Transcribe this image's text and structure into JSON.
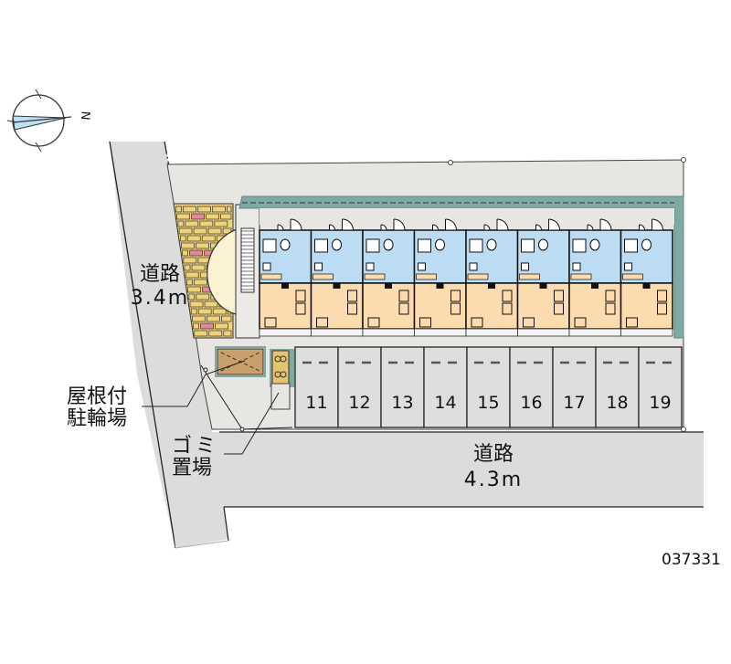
{
  "compass": {
    "icon": "north-arrow-icon",
    "north_label": "N"
  },
  "roads": {
    "west": {
      "name": "道路",
      "width": "3.4m"
    },
    "south": {
      "name": "道路",
      "width": "4.3m"
    }
  },
  "facilities": {
    "bicycle_parking": {
      "line1": "屋根付",
      "line2": "駐輪場"
    },
    "garbage": {
      "line1": "ゴミ",
      "line2": "置場"
    }
  },
  "building": {
    "unit_count": 8
  },
  "parking": {
    "stalls": [
      "11",
      "12",
      "13",
      "14",
      "15",
      "16",
      "17",
      "18",
      "19"
    ]
  },
  "property_id": "037331",
  "colors": {
    "road": "#dcdcdc",
    "site": "#e8e6e3",
    "wet_area": "#bcdcf4",
    "living_room": "#fcdcae",
    "roof_green": "#7fa9a3",
    "brick": "#efd27a",
    "brick_accent": "#e0899b",
    "stall": "#dedede"
  }
}
